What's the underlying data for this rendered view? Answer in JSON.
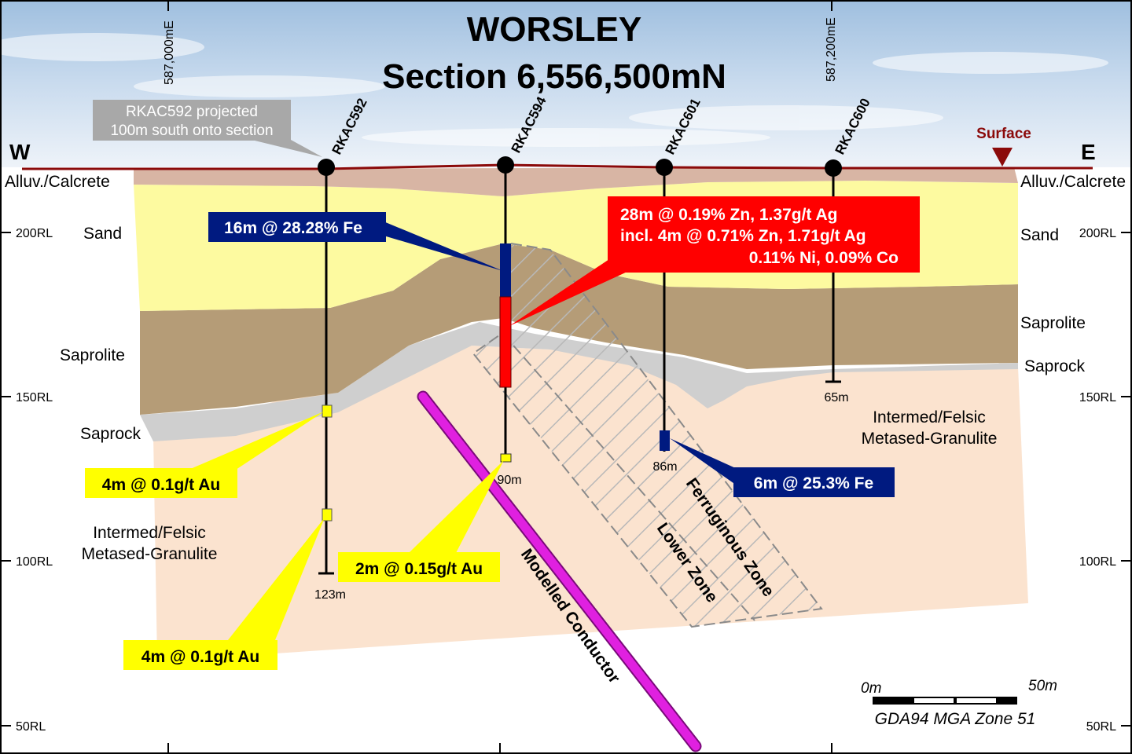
{
  "title": "WORSLEY",
  "subtitle": "Section 6,556,500mN",
  "directions": {
    "west": "W",
    "east": "E"
  },
  "eastings": [
    "587,000mE",
    "587,200mE"
  ],
  "rl_labels": [
    "200RL",
    "150RL",
    "100RL",
    "50RL"
  ],
  "surface_label": "Surface",
  "projection_note": {
    "line1": "RKAC592 projected",
    "line2": "100m south onto section"
  },
  "layers_left": {
    "alluv": "Alluv./Calcrete",
    "sand": "Sand",
    "saprolite": "Saprolite",
    "saprock": "Saprock",
    "bedrock_line1": "Intermed/Felsic",
    "bedrock_line2": "Metased-Granulite"
  },
  "layers_right": {
    "alluv": "Alluv./Calcrete",
    "sand": "Sand",
    "saprolite": "Saprolite",
    "saprock": "Saprock",
    "bedrock_line1": "Intermed/Felsic",
    "bedrock_line2": "Metased-Granulite"
  },
  "drillholes": [
    {
      "id": "RKAC592",
      "depth_label": "123m"
    },
    {
      "id": "RKAC594",
      "depth_label": "90m"
    },
    {
      "id": "RKAC601",
      "depth_label": "86m"
    },
    {
      "id": "RKAC600",
      "depth_label": "65m"
    }
  ],
  "intercepts": {
    "fe_16m": "16m @ 28.28% Fe",
    "zn_line1": "28m @ 0.19% Zn, 1.37g/t Ag",
    "zn_line2": "incl. 4m @ 0.71% Zn, 1.71g/t Ag",
    "zn_line3": "0.11% Ni, 0.09% Co",
    "fe_6m": "6m @ 25.3% Fe",
    "au_a": "4m @ 0.1g/t Au",
    "au_b": "4m @ 0.1g/t Au",
    "au_c": "2m @ 0.15g/t Au"
  },
  "zones": {
    "ferruginous": "Ferruginous Zone",
    "lower": "Lower Zone",
    "conductor": "Modelled Conductor"
  },
  "scale_bar": {
    "left": "0m",
    "right": "50m",
    "caption": "GDA94 MGA Zone 51"
  },
  "colors": {
    "sand": "#fdfaa0",
    "saprolite": "#b59c77",
    "saprock": "#cfcfcf",
    "bedrock": "#fbe3cf",
    "alluv": "#d8b5a4",
    "surface": "#8b0a0a",
    "fe_box": "#001a80",
    "zn_box": "#ff0000",
    "au_box": "#ffff00",
    "conductor": "#e020e0"
  }
}
